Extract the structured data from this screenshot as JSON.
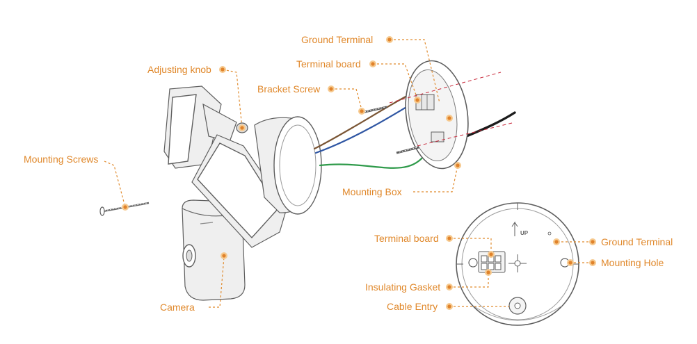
{
  "labels": {
    "adjusting_knob": "Adjusting knob",
    "mounting_screws": "Mounting Screws",
    "camera": "Camera",
    "bracket_screw": "Bracket Screw",
    "terminal_board_top": "Terminal board",
    "ground_terminal_top": "Ground Terminal",
    "mounting_box": "Mounting  Box",
    "terminal_board_bottom": "Terminal board",
    "insulating_gasket": "Insulating Gasket",
    "cable_entry": "Cable Entry",
    "ground_terminal_right": "Ground Terminal",
    "mounting_hole": "Mounting Hole",
    "up_mark": "UP"
  },
  "colors": {
    "label": "#e0882b",
    "leader": "#e08a2c",
    "outline": "#5e5e5e",
    "wire_brown": "#7a5534",
    "wire_blue": "#2f56a3",
    "wire_green": "#2e9a4a",
    "wire_black": "#1c1c1c",
    "guide_dash": "#c8283a"
  }
}
